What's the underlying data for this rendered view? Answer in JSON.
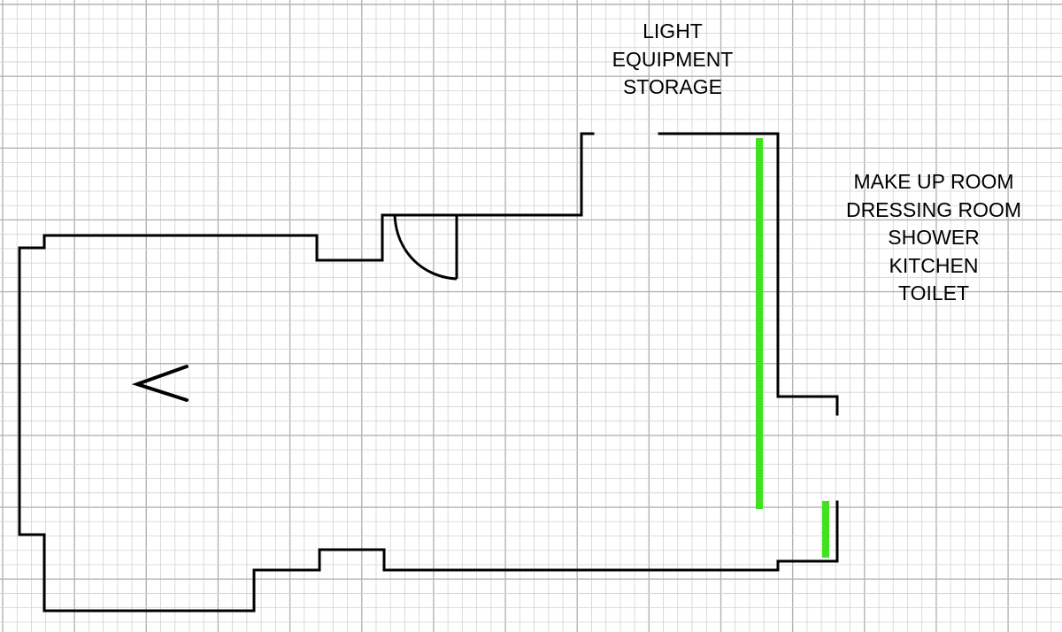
{
  "labels": {
    "storage": [
      "LIGHT",
      "EQUIPMENT",
      "STORAGE"
    ],
    "rooms": [
      "MAKE UP ROOM",
      "DRESSING ROOM",
      "SHOWER",
      "KITCHEN",
      "TOILET"
    ]
  },
  "colors": {
    "background": "#ffffff",
    "grid_minor": "#d2d2d2",
    "grid_major": "#b4b4b4",
    "wall": "#000000",
    "highlight": "#3ee21f"
  },
  "icons": {
    "arrow": "left-arrow-icon"
  }
}
